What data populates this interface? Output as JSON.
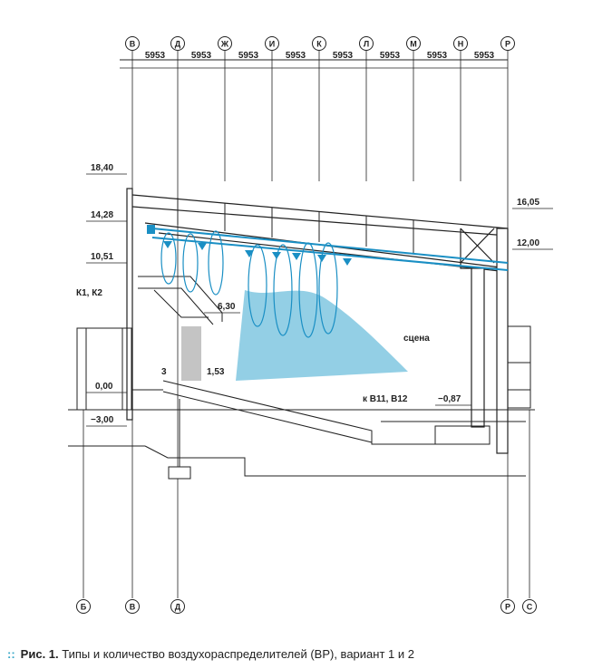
{
  "axes_top": [
    "В",
    "Д",
    "Ж",
    "И",
    "К",
    "Л",
    "М",
    "Н",
    "Р"
  ],
  "axes_bottom": [
    "Б",
    "В",
    "Д",
    "Р",
    "С"
  ],
  "spans": [
    "5953",
    "5953",
    "5953",
    "5953",
    "5953",
    "5953",
    "5953",
    "5953"
  ],
  "elevations_left": [
    "18,40",
    "14,28",
    "10,51",
    "0,00",
    "−3,00"
  ],
  "elevations_right": [
    "16,05",
    "12,00",
    "−0,87"
  ],
  "labels": {
    "k1k2": "К1, К2",
    "e630": "6,30",
    "e3": "3",
    "e153": "1,53",
    "stage": "сцена",
    "kb11": "к В11, В12"
  },
  "colors": {
    "line": "#222222",
    "accent": "#1a8fc4",
    "spray": "#3aa8d0"
  },
  "caption": {
    "number": "Рис. 1.",
    "text": "Типы и количество воздухораспределителей (ВР), вариант 1 и 2"
  }
}
